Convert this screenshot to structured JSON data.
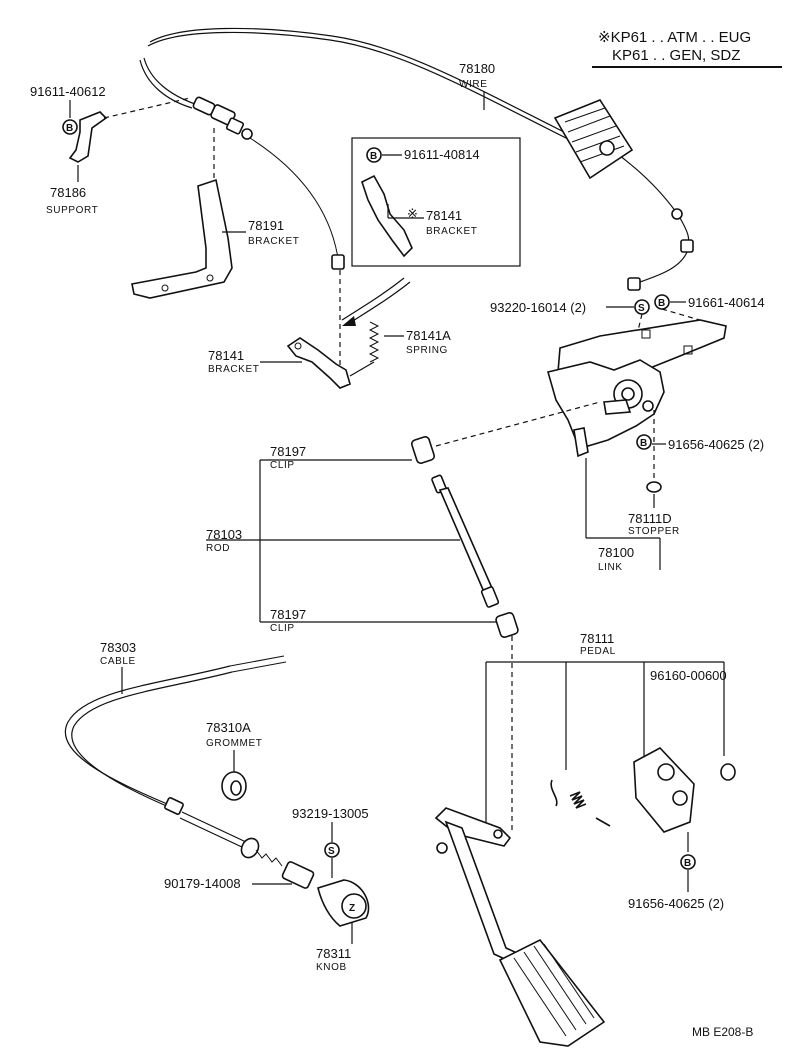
{
  "header": {
    "line1": "※KP61 . . ATM . . EUG",
    "line2": "KP61 . . GEN, SDZ"
  },
  "labels": {
    "p91611_40612": "91611-40612",
    "p78186": "78186",
    "n78186": "SUPPORT",
    "p78180": "78180",
    "n78180": "WIRE",
    "p78191": "78191",
    "n78191": "BRACKET",
    "p91611_40814": "91611-40814",
    "p78141_inset": "78141",
    "n78141_inset": "BRACKET",
    "p93220": "93220-16014 (2)",
    "p91661": "91661-40614",
    "p78141A": "78141A",
    "n78141A": "SPRING",
    "p78141": "78141",
    "n78141": "BRACKET",
    "p78197a": "78197",
    "n78197a": "CLIP",
    "p91656a": "91656-40625 (2)",
    "p78111D": "78111D",
    "n78111D": "STOPPER",
    "p78103": "78103",
    "n78103": "ROD",
    "p78100": "78100",
    "n78100": "LINK",
    "p78197b": "78197",
    "n78197b": "CLIP",
    "p78303": "78303",
    "n78303": "CABLE",
    "p78111": "78111",
    "n78111": "PEDAL",
    "p96160": "96160-00600",
    "p78310A": "78310A",
    "n78310A": "GROMMET",
    "p93219": "93219-13005",
    "p90179": "90179-14008",
    "p91656b": "91656-40625 (2)",
    "p78311": "78311",
    "n78311": "KNOB"
  },
  "symbols": {
    "bolt": "B",
    "screw": "S",
    "knob_mark": "Z",
    "inset_mark": "※"
  },
  "footer": {
    "code": "MB  E208-B"
  }
}
